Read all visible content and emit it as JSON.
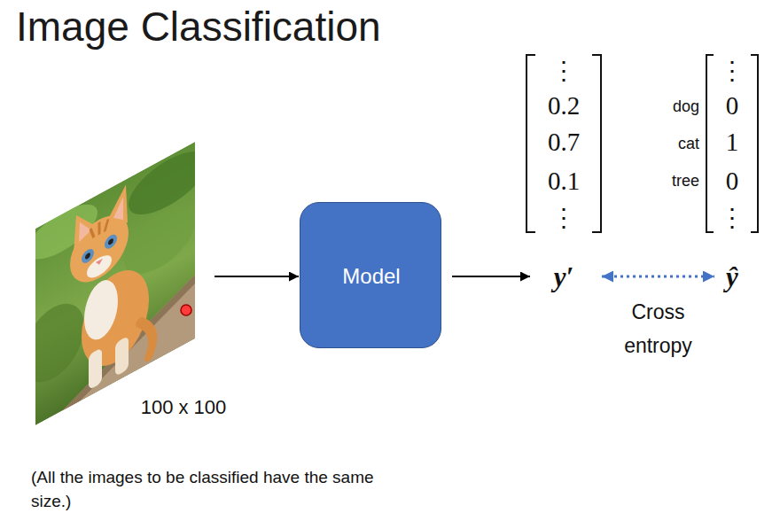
{
  "diagram": {
    "title": "Image Classification",
    "nodes": [
      {
        "text": [
          "100 x 100"
        ]
      },
      {
        "text": [
          "Model"
        ]
      },
      {
        "text": [
          "⋮",
          "0.2",
          "0.7",
          "0.1",
          "⋮",
          "y′"
        ]
      },
      {
        "text": [
          "⋮",
          "0",
          "1",
          "0",
          "⋮",
          "ŷ"
        ]
      }
    ],
    "edges": [
      {
        "from": 0,
        "to": 1,
        "arrow": "to"
      },
      {
        "from": 1,
        "to": 2,
        "arrow": "to"
      },
      {
        "from": 2,
        "to": 3,
        "label": "Cross entropy",
        "arrow": "both"
      }
    ],
    "labels": [
      "dog",
      "cat",
      "tree",
      "(All the images to be classified have the same size.)"
    ]
  }
}
